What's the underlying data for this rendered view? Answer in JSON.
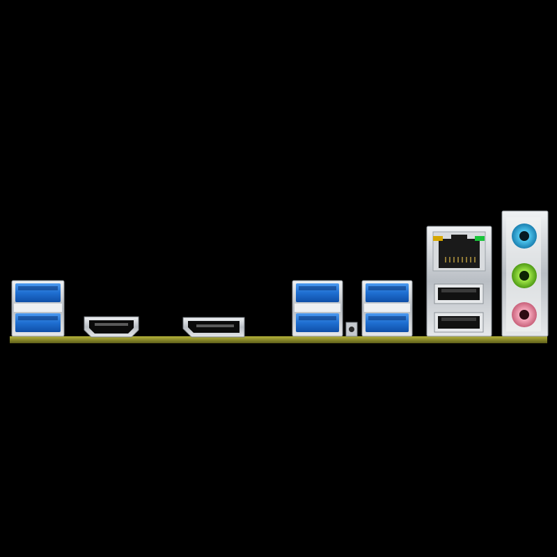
{
  "photo": {
    "subject": "motherboard-rear-io-panel",
    "colors": {
      "background": "#000000",
      "pcb": "#8a8a2a",
      "usb3_blue": "#1f6fd1",
      "metal": "#cfd3d8",
      "audio_blue": "#2aa6d8",
      "audio_green": "#7bd12a",
      "audio_pink": "#e58aa0",
      "led_yellow": "#d6a600",
      "led_green": "#19c43a"
    },
    "ports": [
      {
        "name": "usb3-stack-1",
        "icon": "usb-icon",
        "count": 2
      },
      {
        "name": "hdmi-port",
        "icon": "hdmi-icon",
        "count": 1
      },
      {
        "name": "displayport-port",
        "icon": "displayport-icon",
        "count": 1
      },
      {
        "name": "usb3-stack-2",
        "icon": "usb-icon",
        "count": 2
      },
      {
        "name": "bios-flashback-button",
        "icon": "button-icon",
        "count": 1
      },
      {
        "name": "usb3-stack-3",
        "icon": "usb-icon",
        "count": 2
      },
      {
        "name": "lan-usb2-combo",
        "icon": "ethernet-icon",
        "count": 3
      },
      {
        "name": "audio-jack-stack",
        "icon": "audio-jack-icon",
        "count": 3
      }
    ]
  }
}
